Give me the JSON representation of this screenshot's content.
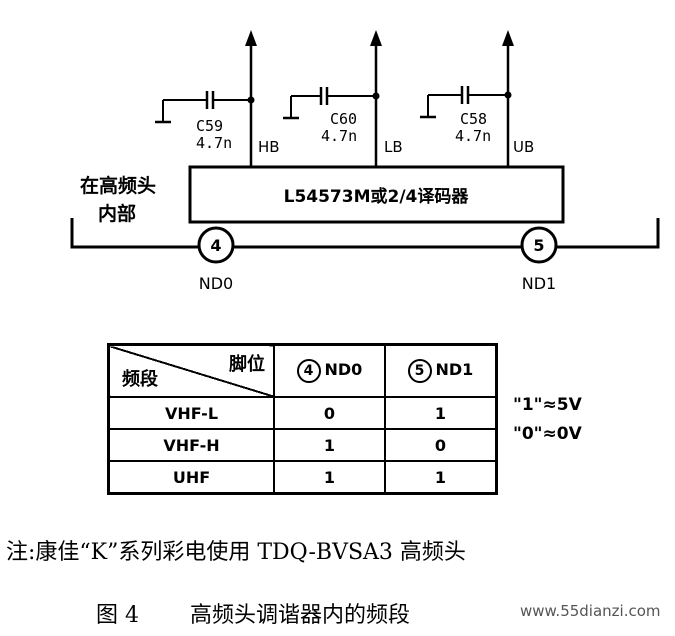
{
  "diagram": {
    "chip_label": "L54573M或2/4译码器",
    "tuner_label_line1": "在高频头",
    "tuner_label_line2": "内部",
    "capacitors": [
      {
        "name": "C59",
        "value": "4.7n",
        "pin": "HB"
      },
      {
        "name": "C60",
        "value": "4.7n",
        "pin": "LB"
      },
      {
        "name": "C58",
        "value": "4.7n",
        "pin": "UB"
      }
    ],
    "pin4": {
      "number": "4",
      "label": "ND0"
    },
    "pin5": {
      "number": "5",
      "label": "ND1"
    }
  },
  "table": {
    "corner_top": "脚位",
    "corner_bottom": "频段",
    "col1": {
      "circle": "4",
      "label": "ND0"
    },
    "col2": {
      "circle": "5",
      "label": "ND1"
    },
    "rows": [
      {
        "band": "VHF-L",
        "nd0": "0",
        "nd1": "1"
      },
      {
        "band": "VHF-H",
        "nd0": "1",
        "nd1": "0"
      },
      {
        "band": "UHF",
        "nd0": "1",
        "nd1": "1"
      }
    ]
  },
  "legend": {
    "one": "\"1\"≈5V",
    "zero": "\"0\"≈0V"
  },
  "note": "注:康佳“K”系列彩电使用 TDQ-BVSA3 高频头",
  "caption": {
    "figure": "图 4",
    "title": "高频头调谐器内的频段"
  },
  "watermark": "www.55dianzi.com"
}
